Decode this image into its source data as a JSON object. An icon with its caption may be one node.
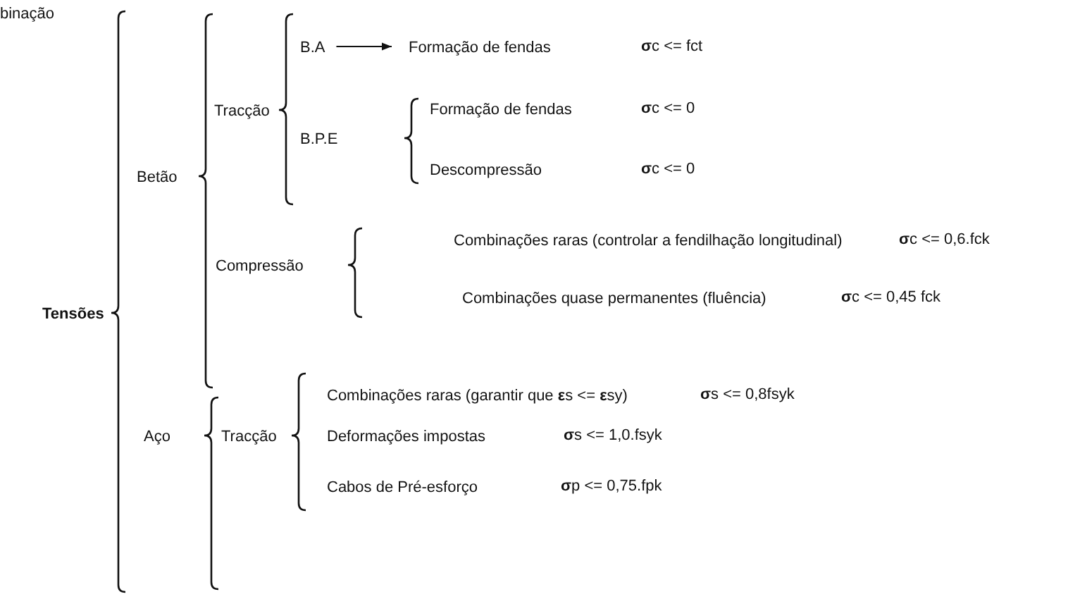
{
  "diagram": {
    "nodes": [
      {
        "text": [
          "Tensões"
        ]
      },
      {
        "text": [
          "Betão"
        ]
      },
      {
        "text": [
          "Tracção"
        ]
      },
      {
        "text": [
          "B.A"
        ]
      },
      {
        "text": [
          "Formação de fendas"
        ]
      },
      {
        "text": [
          "B.P.E"
        ]
      },
      {
        "text": [
          "Formação de fendas"
        ]
      },
      {
        "text": [
          "Descompressão"
        ]
      },
      {
        "text": [
          "Compressão"
        ]
      },
      {
        "text": [
          "Combinações raras (controlar a fendilhação longitudinal)"
        ]
      },
      {
        "text": [
          "Combinações quase permanentes (fluência)"
        ]
      },
      {
        "text": [
          "Aço"
        ]
      },
      {
        "text": [
          "Tracção"
        ]
      },
      {
        "text": [
          "Combinações raras (garantir que **ε**s <= **ε**sy)"
        ]
      },
      {
        "text": [
          "Deformações impostas"
        ]
      },
      {
        "text": [
          "Cabos de Pré-esforço"
        ]
      }
    ],
    "edges": [
      {
        "from": 3,
        "to": 4,
        "arrow": "to"
      }
    ],
    "labels": [
      "binação",
      "**σ**c <= fct",
      "**σ**c <= 0",
      "**σ**c <= 0",
      "**σ**c <= 0,6.fck",
      "**σ**c <= 0,45 fck",
      "**σ**s <= 0,8fsyk",
      "**σ**s <= 1,0.fsyk",
      "**σ**p <= 0,75.fpk"
    ]
  }
}
